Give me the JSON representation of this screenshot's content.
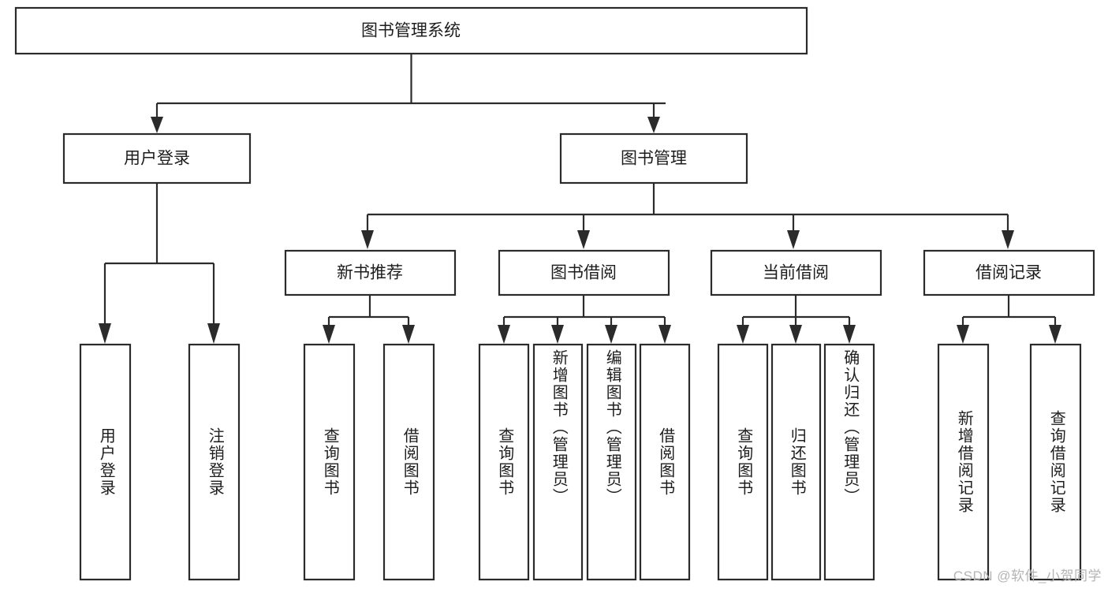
{
  "diagram": {
    "title": "图书管理系统",
    "type": "hierarchy-tree",
    "watermark": "CSDN @软件_小贺同学",
    "colors": {
      "stroke": "#2b2b2b",
      "fill": "#ffffff",
      "text": "#1d1d1d",
      "watermark": "#b4b4b4"
    },
    "root": {
      "id": "root",
      "label": "图书管理系统",
      "orientation": "horizontal"
    },
    "level1": [
      {
        "id": "user-login",
        "label": "用户登录",
        "orientation": "horizontal"
      },
      {
        "id": "book-manage",
        "label": "图书管理",
        "orientation": "horizontal"
      }
    ],
    "level2": [
      {
        "id": "new-book-recommend",
        "label": "新书推荐",
        "orientation": "horizontal",
        "parent": "book-manage"
      },
      {
        "id": "book-borrow",
        "label": "图书借阅",
        "orientation": "horizontal",
        "parent": "book-manage"
      },
      {
        "id": "current-borrow",
        "label": "当前借阅",
        "orientation": "horizontal",
        "parent": "book-manage"
      },
      {
        "id": "borrow-record",
        "label": "借阅记录",
        "orientation": "horizontal",
        "parent": "book-manage"
      }
    ],
    "leaves": [
      {
        "id": "leaf-user-login",
        "label": "用户登录",
        "parent": "user-login",
        "orientation": "vertical"
      },
      {
        "id": "leaf-user-logout",
        "label": "注销登录",
        "parent": "user-login",
        "orientation": "vertical"
      },
      {
        "id": "leaf-query-book-1",
        "label": "查询图书",
        "parent": "new-book-recommend",
        "orientation": "vertical"
      },
      {
        "id": "leaf-borrow-book-1",
        "label": "借阅图书",
        "parent": "new-book-recommend",
        "orientation": "vertical"
      },
      {
        "id": "leaf-query-book-2",
        "label": "查询图书",
        "parent": "book-borrow",
        "orientation": "vertical"
      },
      {
        "id": "leaf-add-book",
        "label": "新增图书（管理员）",
        "parent": "book-borrow",
        "orientation": "vertical"
      },
      {
        "id": "leaf-edit-book",
        "label": "编辑图书（管理员）",
        "parent": "book-borrow",
        "orientation": "vertical"
      },
      {
        "id": "leaf-borrow-book-2",
        "label": "借阅图书",
        "parent": "book-borrow",
        "orientation": "vertical"
      },
      {
        "id": "leaf-query-book-3",
        "label": "查询图书",
        "parent": "current-borrow",
        "orientation": "vertical"
      },
      {
        "id": "leaf-return-book",
        "label": "归还图书",
        "parent": "current-borrow",
        "orientation": "vertical"
      },
      {
        "id": "leaf-confirm-return",
        "label": "确认归还（管理员）",
        "parent": "current-borrow",
        "orientation": "vertical"
      },
      {
        "id": "leaf-add-record",
        "label": "新增借阅记录",
        "parent": "borrow-record",
        "orientation": "vertical"
      },
      {
        "id": "leaf-query-record",
        "label": "查询借阅记录",
        "parent": "borrow-record",
        "orientation": "vertical"
      }
    ]
  }
}
